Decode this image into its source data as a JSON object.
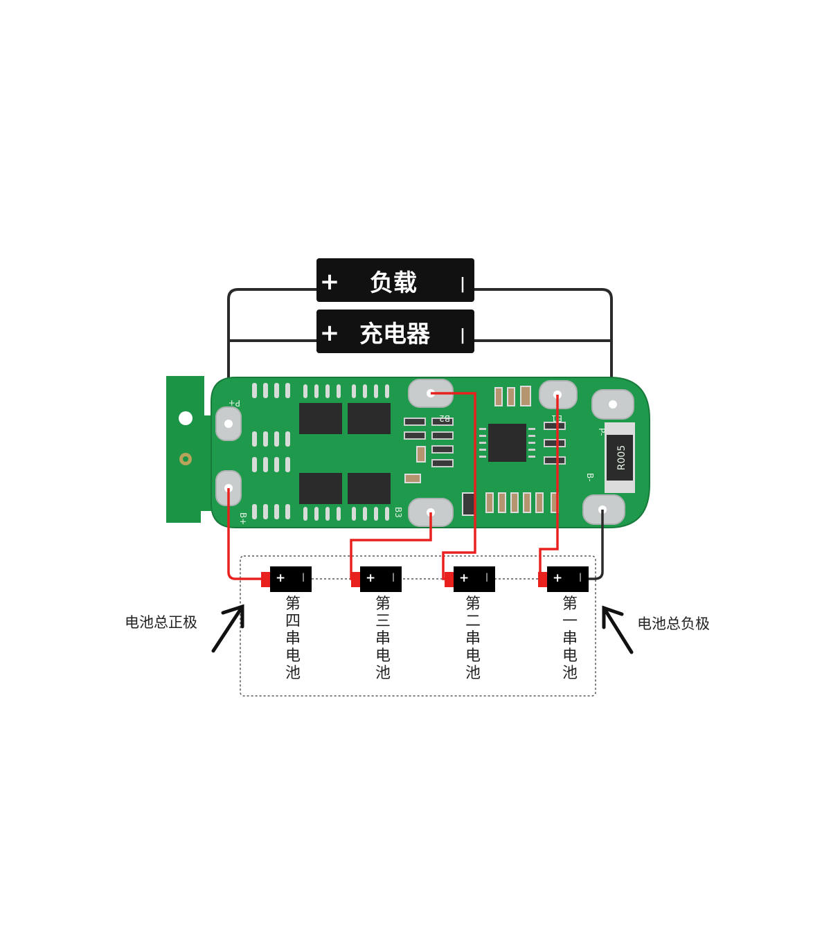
{
  "load": {
    "plus": "+",
    "label": "负载",
    "minus": "|"
  },
  "charger": {
    "plus": "+",
    "label": "充电器",
    "minus": "|"
  },
  "pcb": {
    "pads": [
      "P+",
      "B+",
      "B3",
      "B2",
      "B1",
      "P-",
      "B-"
    ],
    "shunt_resistor": "R005"
  },
  "cells": [
    {
      "plus": "+",
      "minus": "|",
      "label": "第四串电池"
    },
    {
      "plus": "+",
      "minus": "|",
      "label": "第三串电池"
    },
    {
      "plus": "+",
      "minus": "|",
      "label": "第二串电池"
    },
    {
      "plus": "+",
      "minus": "|",
      "label": "第一串电池"
    }
  ],
  "labels": {
    "total_positive": "电池总正极",
    "total_negative": "电池总负极"
  },
  "colors": {
    "pcb": "#1f9a4c",
    "wire_red": "#e8211f",
    "wire_black": "#2a2a2a",
    "pad": "#c9cccc"
  }
}
